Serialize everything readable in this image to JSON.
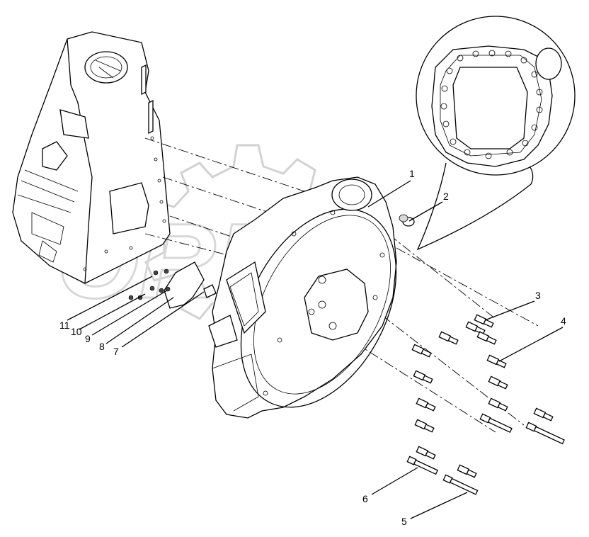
{
  "callouts": [
    {
      "id": "1",
      "label": "1"
    },
    {
      "id": "2",
      "label": "2"
    },
    {
      "id": "3",
      "label": "3"
    },
    {
      "id": "4",
      "label": "4"
    },
    {
      "id": "5",
      "label": "5"
    },
    {
      "id": "6",
      "label": "6"
    },
    {
      "id": "7",
      "label": "7"
    },
    {
      "id": "8",
      "label": "8"
    },
    {
      "id": "9",
      "label": "9"
    },
    {
      "id": "10",
      "label": "10"
    },
    {
      "id": "11",
      "label": "11"
    }
  ],
  "colors": {
    "line": "#000000",
    "background": "#ffffff",
    "watermark": "#d2d2d2"
  },
  "watermark_text": "ORPX"
}
